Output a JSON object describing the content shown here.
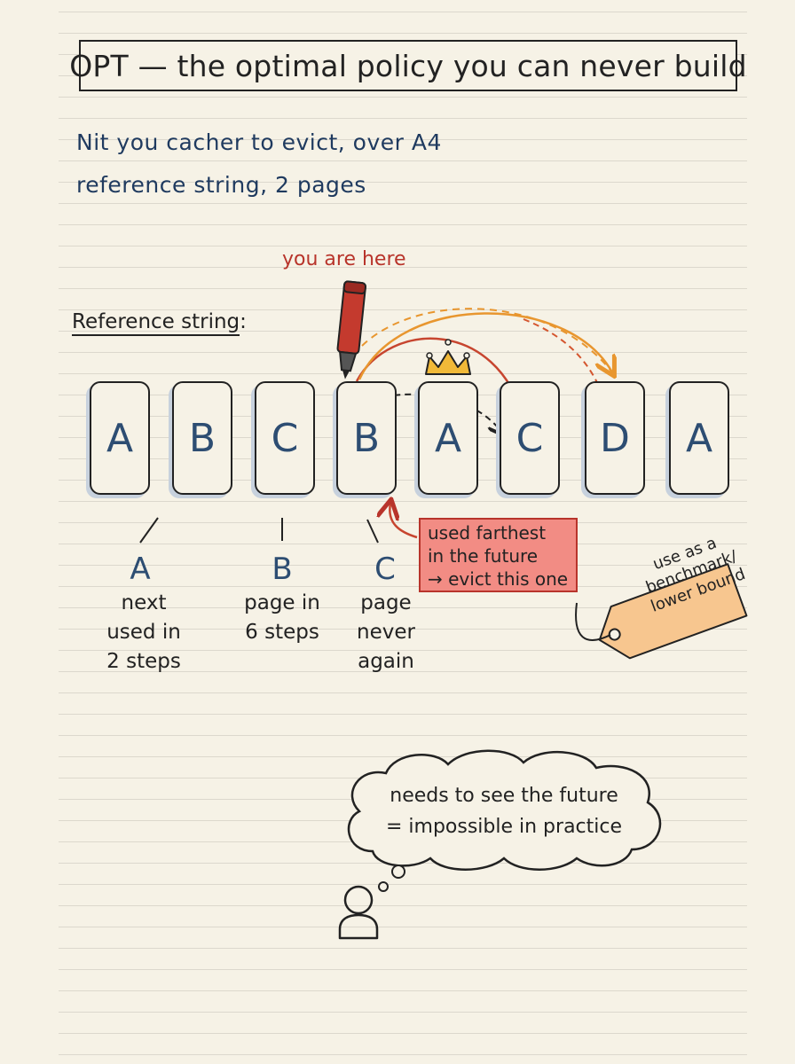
{
  "title": "OPT — the optimal policy you can never build",
  "intro": {
    "line1": "Nit you cacher to evict, over A4",
    "line2": "reference string, 2 pages"
  },
  "pointer_label": "you are here",
  "reference_label": "Reference string",
  "reference_colon": ":",
  "reference_string": [
    "A",
    "B",
    "C",
    "B",
    "A",
    "C",
    "D",
    "A"
  ],
  "annotations": [
    {
      "letter": "A",
      "lines": [
        "next",
        "used in",
        "2 steps"
      ]
    },
    {
      "letter": "B",
      "lines": [
        "page in",
        "6 steps"
      ]
    },
    {
      "letter": "C",
      "lines": [
        "page",
        "never",
        "again"
      ]
    }
  ],
  "evict_note": {
    "line1": "used farthest",
    "line2": "in the future",
    "line3": "→ evict this one"
  },
  "tag": {
    "line1": "use as a",
    "line2": "benchmark/",
    "line3": "lower bound"
  },
  "thought": {
    "line1": "needs to see the future",
    "line2": "= impossible in practice"
  },
  "colors": {
    "ink": "#222222",
    "blue_ink": "#2d4d72",
    "red": "#b8342b",
    "orange": "#e8962f",
    "highlight_red": "#f28c84",
    "tag_orange": "#f7c68f",
    "card_shadow": "#c7d1dd",
    "paper": "#f6f2e6"
  },
  "icons": [
    "marker-icon",
    "crown-icon",
    "person-icon",
    "thought-cloud-icon",
    "price-tag-icon"
  ]
}
